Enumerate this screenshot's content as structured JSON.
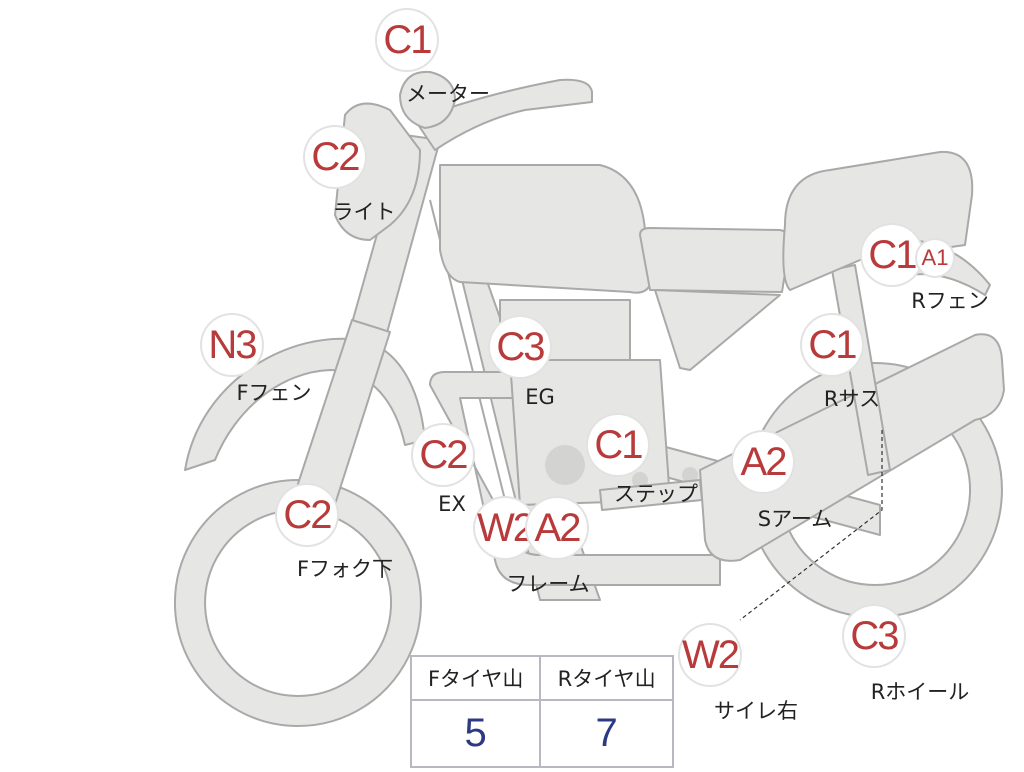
{
  "badges": [
    {
      "id": "meter",
      "code": "C1",
      "label": "メーター"
    },
    {
      "id": "light",
      "code": "C2",
      "label": "ライト"
    },
    {
      "id": "f-fender",
      "code": "N3",
      "label": "Fフェン"
    },
    {
      "id": "f-fork",
      "code": "C2",
      "label": "Fフォク下"
    },
    {
      "id": "engine",
      "code": "C3",
      "label": "EG"
    },
    {
      "id": "exhaust",
      "code": "C2",
      "label": "EX"
    },
    {
      "id": "frame-w",
      "code": "W2",
      "label": "フレーム"
    },
    {
      "id": "frame-a",
      "code": "A2",
      "label": ""
    },
    {
      "id": "step",
      "code": "C1",
      "label": "ステップ"
    },
    {
      "id": "swingarm",
      "code": "A2",
      "label": "Sアーム"
    },
    {
      "id": "r-fender",
      "code": "C1",
      "label": "Rフェン"
    },
    {
      "id": "r-fender-a",
      "code": "A1",
      "label": ""
    },
    {
      "id": "r-susp",
      "code": "C1",
      "label": "Rサス"
    },
    {
      "id": "muffler-r",
      "code": "W2",
      "label": "サイレ右"
    },
    {
      "id": "r-wheel",
      "code": "C3",
      "label": "Rホイール"
    }
  ],
  "tire_table": {
    "headers": [
      "Fタイヤ山",
      "Rタイヤ山"
    ],
    "values": [
      "5",
      "7"
    ]
  },
  "colors": {
    "badge_text": "#b83a3a",
    "body_fill": "#e6e6e4",
    "outline": "#a9a9a9",
    "table_value": "#2c3a85"
  }
}
